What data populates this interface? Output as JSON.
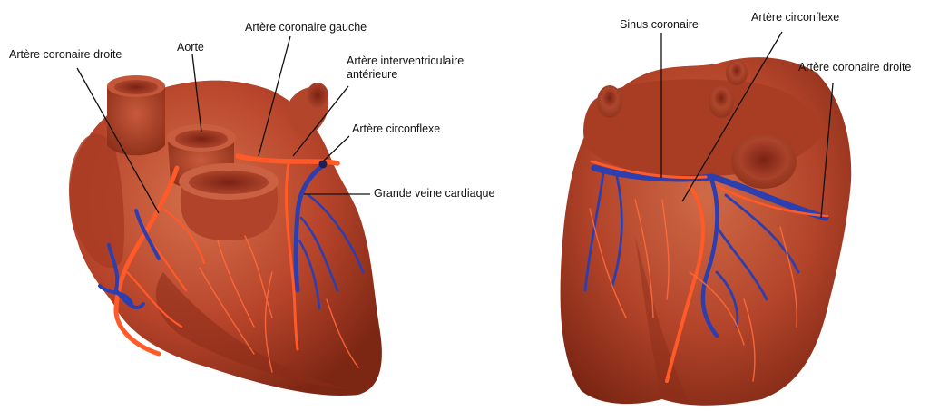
{
  "colors": {
    "myocardium": "#b8452b",
    "myocardium_dark": "#8a2c18",
    "myocardium_light": "#d56a48",
    "artery": "#ff5a28",
    "vein": "#2d3fae",
    "leader_line": "#111111"
  },
  "anterior_view": {
    "labels": {
      "right_coronary": "Artère coronaire droite",
      "aorta": "Aorte",
      "left_coronary": "Artère coronaire gauche",
      "anterior_interventricular": "Artère interventriculaire antérieure",
      "circumflex": "Artère circonflexe",
      "great_cardiac_vein": "Grande veine cardiaque"
    }
  },
  "posterior_view": {
    "labels": {
      "coronary_sinus": "Sinus coronaire",
      "circumflex": "Artère circonflexe",
      "right_coronary": "Artère coronaire droite"
    }
  }
}
